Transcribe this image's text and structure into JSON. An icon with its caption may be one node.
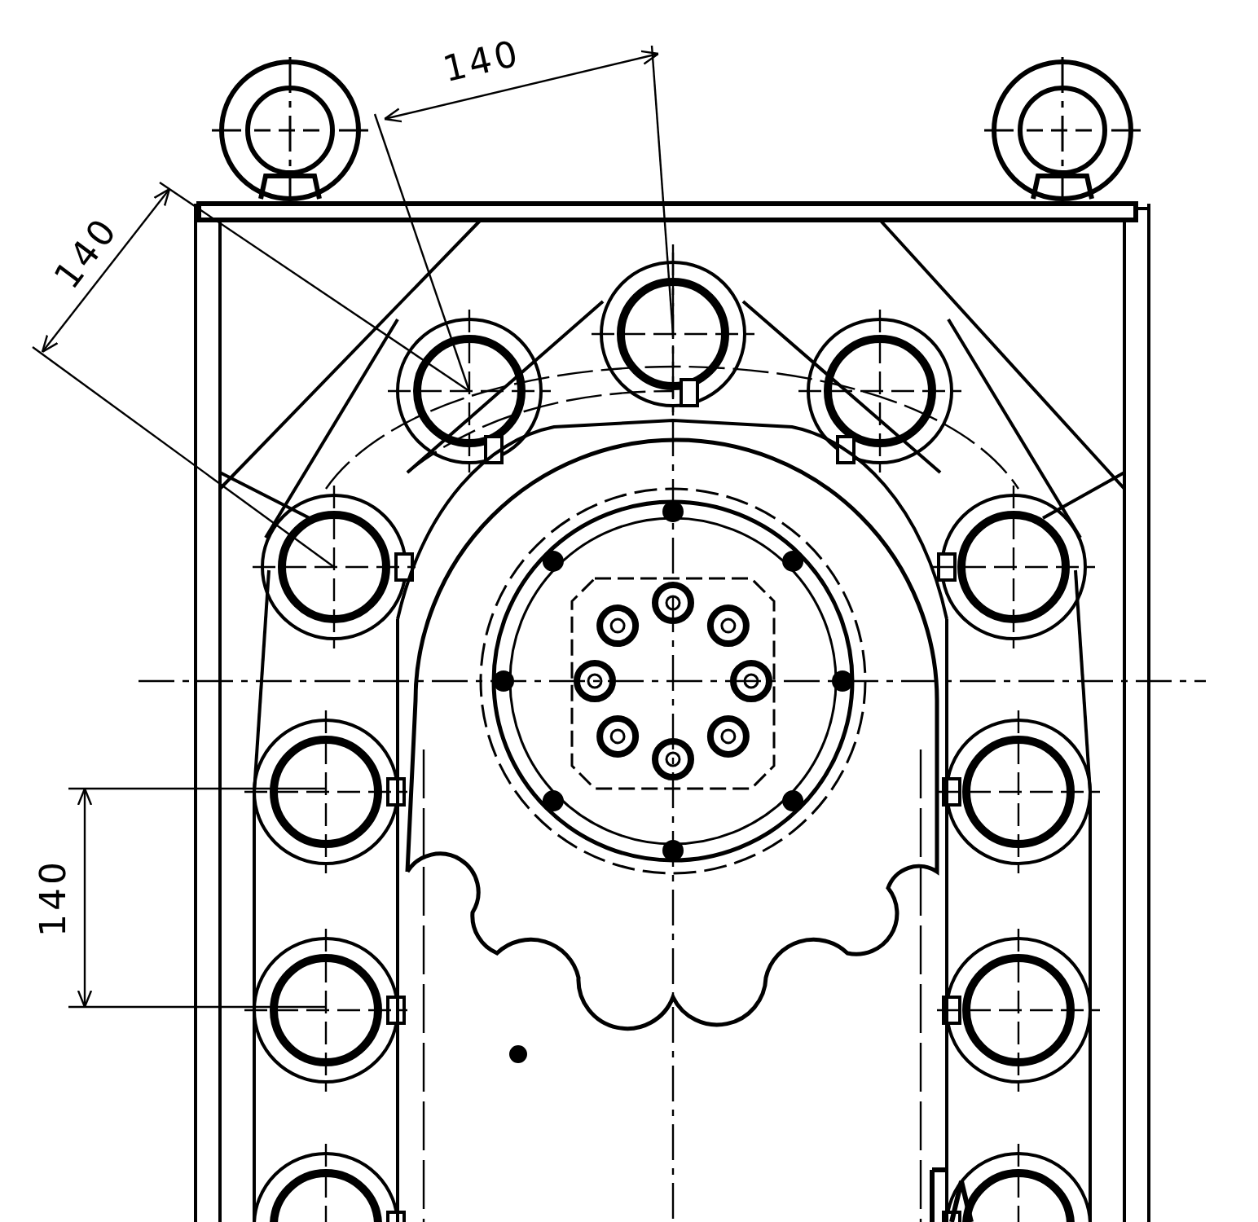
{
  "diagram": {
    "labels": [
      "140",
      "140",
      "140"
    ]
  }
}
